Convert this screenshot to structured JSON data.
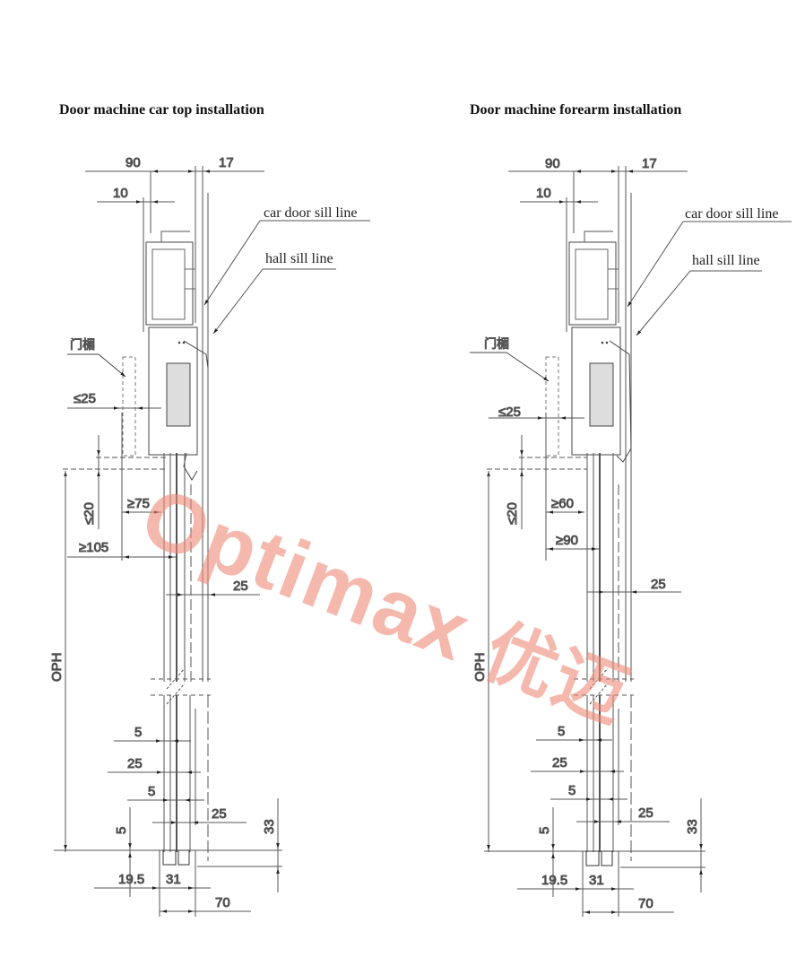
{
  "diagrams": [
    {
      "title": "Door machine car top installation",
      "labels": {
        "car_door_sill_line": "car door sill line",
        "hall_sill_line": "hall sill line",
        "door_header_cn": "门楣",
        "oph": "OPH"
      },
      "dimensions": {
        "top_width": "90",
        "top_offset": "17",
        "top_small": "10",
        "header_gap": "≤25",
        "vertical_gap": "≤20",
        "min_clear_1": "≥75",
        "min_clear_2": "≥105",
        "sill_gap": "25",
        "panel_5a": "5",
        "panel_25": "25",
        "panel_5b": "5",
        "sill_25": "25",
        "sill_5": "5",
        "sill_33": "33",
        "sill_19_5": "19.5",
        "sill_31": "31",
        "sill_70": "70"
      }
    },
    {
      "title": "Door machine forearm installation",
      "labels": {
        "car_door_sill_line": "car door sill line",
        "hall_sill_line": "hall sill line",
        "door_header_cn": "门楣",
        "oph": "OPH"
      },
      "dimensions": {
        "top_width": "90",
        "top_offset": "17",
        "top_small": "10",
        "header_gap": "≤25",
        "vertical_gap": "≤20",
        "min_clear_1": "≥60",
        "min_clear_2": "≥90",
        "sill_gap": "25",
        "panel_5a": "5",
        "panel_25": "25",
        "panel_5b": "5",
        "sill_25": "25",
        "sill_5": "5",
        "sill_33": "33",
        "sill_19_5": "19.5",
        "sill_31": "31",
        "sill_70": "70"
      }
    }
  ],
  "watermark": {
    "text": "Optimax",
    "cjk": "优迈",
    "color": "#ef8a78"
  }
}
